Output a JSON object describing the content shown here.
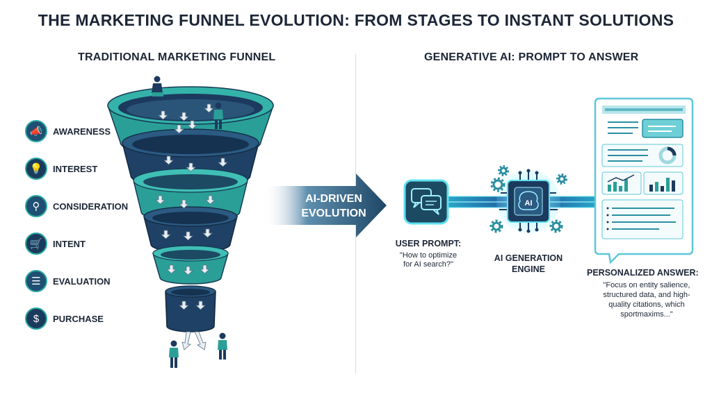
{
  "title": "THE MARKETING FUNNEL EVOLUTION: FROM STAGES TO INSTANT SOLUTIONS",
  "left_heading": "TRADITIONAL MARKETING FUNNEL",
  "right_heading": "GENERATIVE AI: PROMPT TO ANSWER",
  "stages": [
    {
      "label": "AWARENESS",
      "icon": "megaphone-icon"
    },
    {
      "label": "INTEREST",
      "icon": "lightbulb-icon"
    },
    {
      "label": "CONSIDERATION",
      "icon": "magnifier-icon"
    },
    {
      "label": "INTENT",
      "icon": "cart-icon"
    },
    {
      "label": "EVALUATION",
      "icon": "checklist-icon"
    },
    {
      "label": "PURCHASE",
      "icon": "money-bag-icon"
    }
  ],
  "arrow_label_line1": "AI-DRIVEN",
  "arrow_label_line2": "EVOLUTION",
  "user_prompt": {
    "label": "USER PROMPT:",
    "text_line1": "\"How to optimize",
    "text_line2": "for AI search?\""
  },
  "engine": {
    "chip_text": "AI",
    "label_line1": "AI GENERATION",
    "label_line2": "ENGINE"
  },
  "answer": {
    "label": "PERSONALIZED ANSWER:",
    "text_line1": "\"Focus on entity salience,",
    "text_line2": "structured data, and high-",
    "text_line3": "quality citations, which",
    "text_line4": "sportmaxims...\""
  },
  "colors": {
    "teal": "#2aa8a0",
    "navy": "#1c3a5e",
    "dark": "#1c2636",
    "glow": "#5fe0f0"
  }
}
